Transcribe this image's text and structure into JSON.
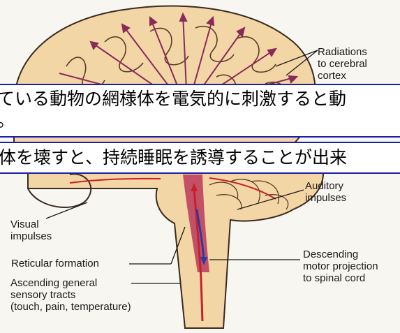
{
  "diagram": {
    "labels": {
      "radiations": "Radiations\nto cerebral\ncortex",
      "auditory": "Auditory\nimpulses",
      "visual": "Visual\nimpulses",
      "descending": "Descending\nmotor projection\nto spinal cord",
      "reticular": "Reticular formation",
      "ascending": "Ascending general\nsensory tracts\n(touch, pain, temperature)"
    }
  },
  "overlay": {
    "line1": "ている動物の網様体を電気的に刺激すると動",
    "line1_tail": "。",
    "line2": "体を壊すと、持続睡眠を誘導することが出来"
  },
  "colors": {
    "overlay_border": "#1a1fa8",
    "brain_fill": "#f3d6a6",
    "arrow": "#8a2a5a",
    "tract_red": "#c8202a",
    "tract_blue": "#2a3aa8"
  }
}
